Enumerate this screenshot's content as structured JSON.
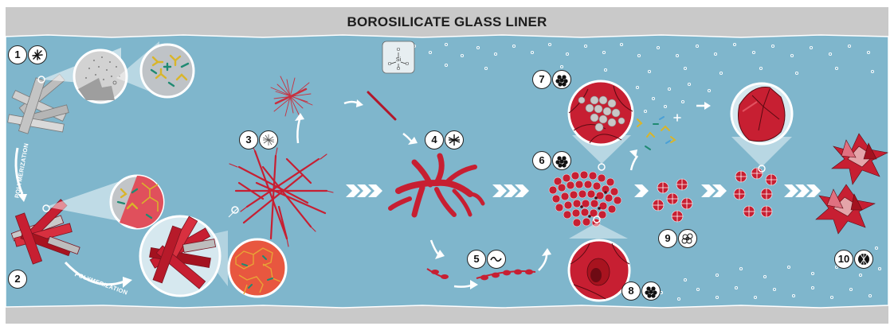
{
  "title": "BOROSILICATE GLASS LINER",
  "labels": {
    "polymerization_vertical": "POLYMERIZATION",
    "polymerization_curved": "POLYMERIZATION"
  },
  "steps": [
    {
      "number": "1",
      "icon": "crystal-tuft-icon"
    },
    {
      "number": "2"
    },
    {
      "number": "3",
      "icon": "fiber-network-icon"
    },
    {
      "number": "4",
      "icon": "dense-network-icon"
    },
    {
      "number": "5",
      "icon": "wave-icon"
    },
    {
      "number": "6",
      "icon": "sphere-cluster-icon"
    },
    {
      "number": "7",
      "icon": "sphere-cluster-icon"
    },
    {
      "number": "8",
      "icon": "sphere-cluster-icon"
    },
    {
      "number": "9",
      "icon": "sphere-aggregate-icon"
    },
    {
      "number": "10",
      "icon": "ridged-sphere-icon"
    }
  ],
  "colors": {
    "channel": "#7fb6cc",
    "liner": "#c9c9c9",
    "fiber": "#c71f32",
    "crystal": "#c8c8c8",
    "glass_grey": "#d3d3d3",
    "green_molecule": "#1f8a72",
    "yellow_molecule": "#d9b52a"
  }
}
